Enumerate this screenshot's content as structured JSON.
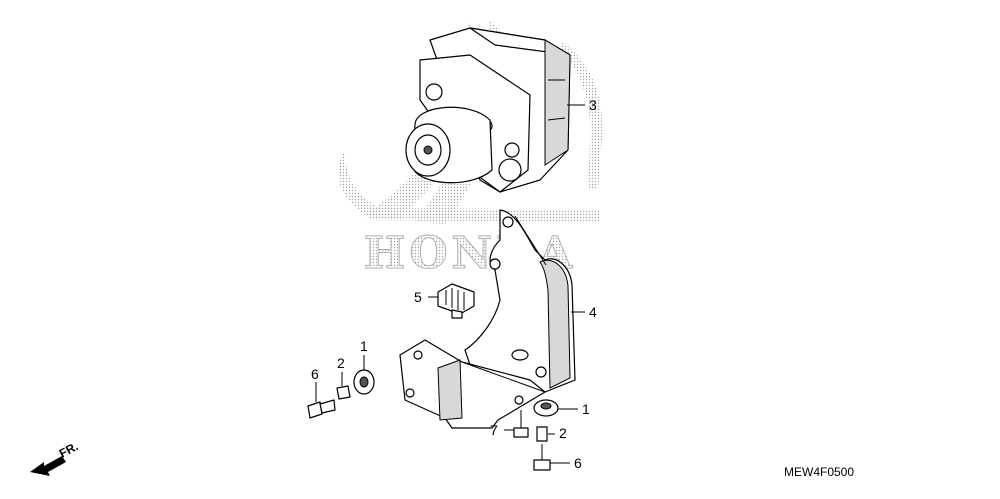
{
  "watermark": {
    "brand_text": "HONDA"
  },
  "callouts": [
    {
      "id": "c3",
      "number": "3",
      "part": "abs-modulator"
    },
    {
      "id": "c4",
      "number": "4",
      "part": "modulator-bracket"
    },
    {
      "id": "c5",
      "number": "5",
      "part": "clip"
    },
    {
      "id": "c1a",
      "number": "1",
      "part": "rubber-mount-left"
    },
    {
      "id": "c2a",
      "number": "2",
      "part": "collar-left"
    },
    {
      "id": "c6a",
      "number": "6",
      "part": "bolt-left"
    },
    {
      "id": "c1b",
      "number": "1",
      "part": "rubber-mount-right"
    },
    {
      "id": "c7",
      "number": "7",
      "part": "bolt-small"
    },
    {
      "id": "c2b",
      "number": "2",
      "part": "collar-right"
    },
    {
      "id": "c6b",
      "number": "6",
      "part": "bolt-right"
    }
  ],
  "direction_marker": {
    "label": "FR."
  },
  "diagram_code": "MEW4F0500",
  "colors": {
    "line": "#000000",
    "watermark": "#bdbdbd",
    "background": "#ffffff"
  }
}
